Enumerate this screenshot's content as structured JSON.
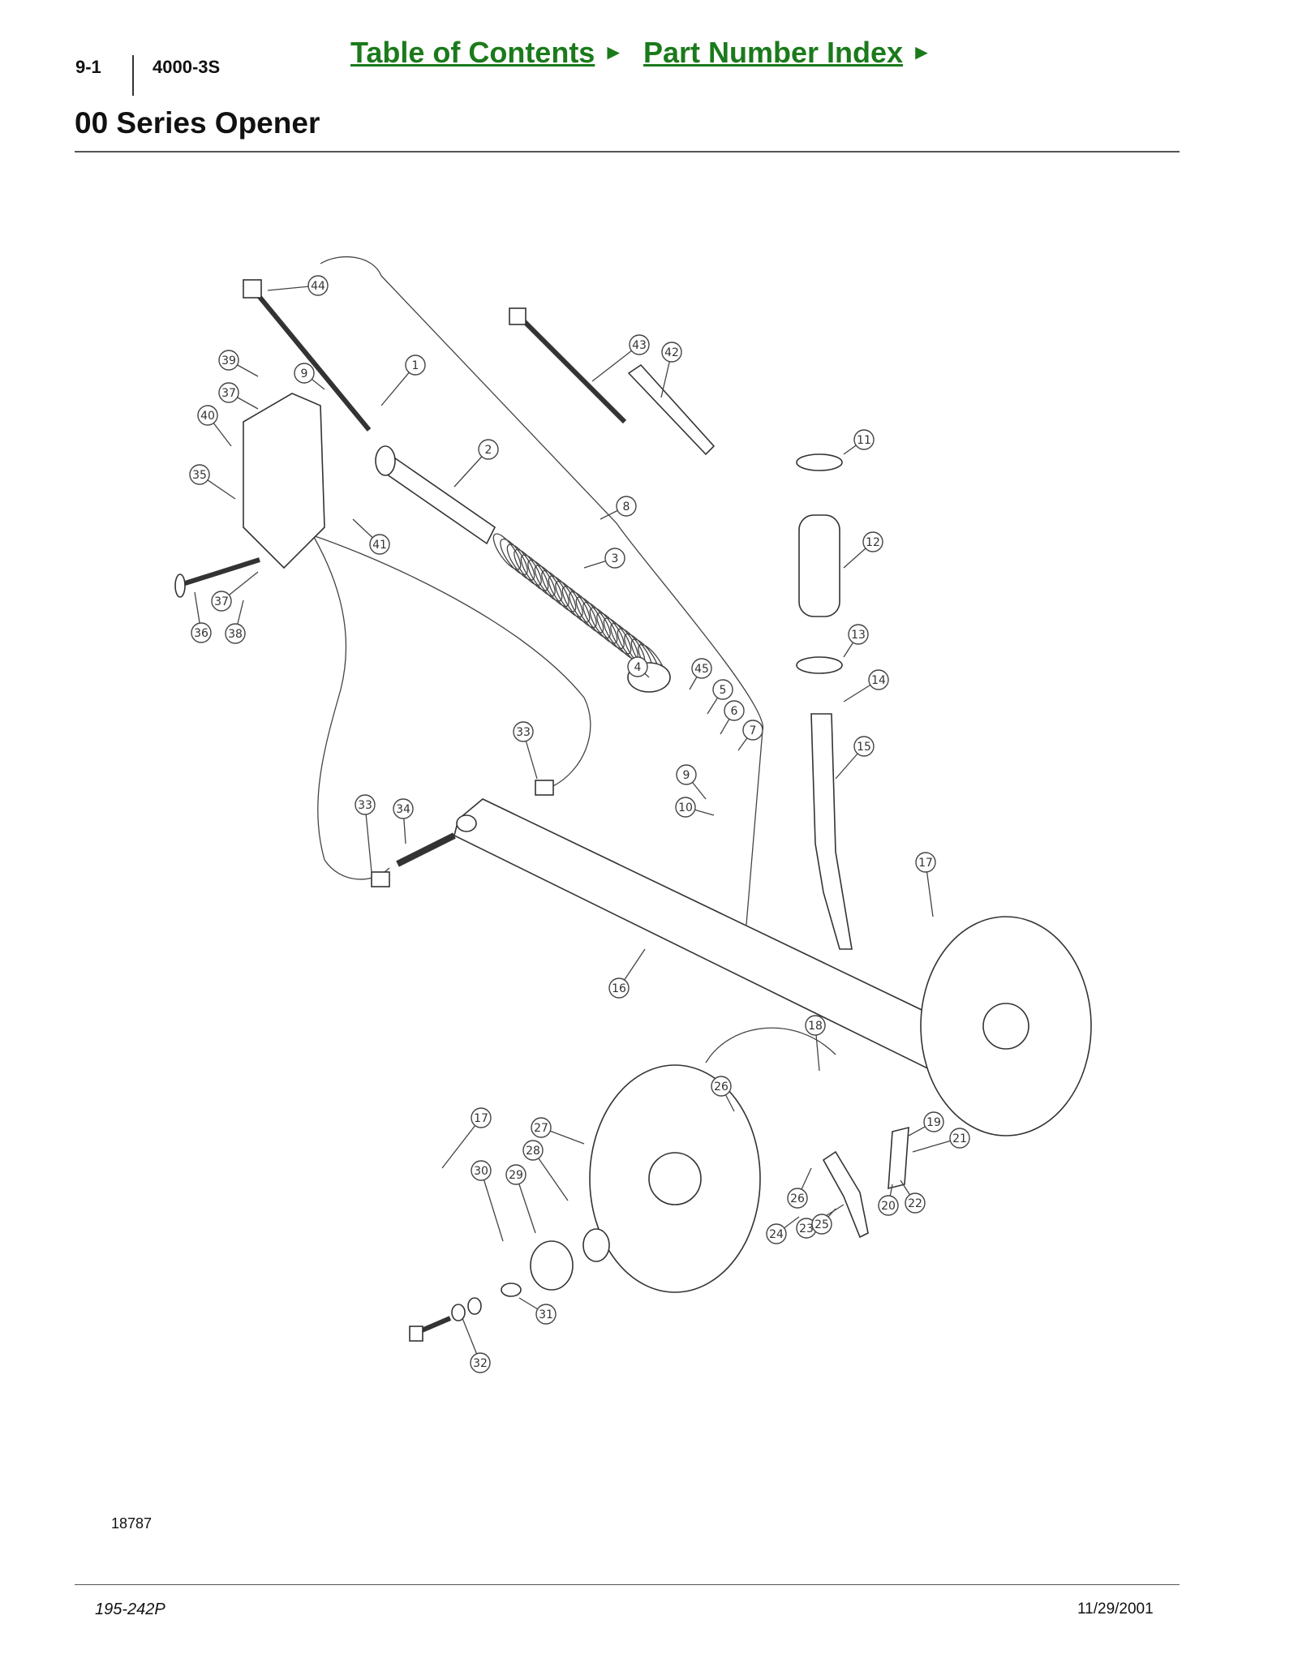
{
  "header": {
    "section": "9-1",
    "model": "4000-3S",
    "toc_link": "Table of Contents",
    "index_link": "Part Number Index",
    "link_color": "#1b7a1b"
  },
  "page_title": "00 Series Opener",
  "figure": {
    "figure_id": "18787",
    "callouts": [
      "44",
      "1",
      "9",
      "39",
      "37",
      "40",
      "35",
      "41",
      "36",
      "37",
      "38",
      "2",
      "43",
      "42",
      "8",
      "3",
      "4",
      "45",
      "5",
      "6",
      "7",
      "9",
      "10",
      "33",
      "33",
      "34",
      "11",
      "12",
      "13",
      "14",
      "15",
      "17",
      "16",
      "18",
      "19",
      "21",
      "20",
      "22",
      "17",
      "27",
      "28",
      "29",
      "30",
      "31",
      "26",
      "32",
      "26",
      "23",
      "24",
      "25"
    ]
  },
  "footer": {
    "doc_number": "195-242P",
    "date": "11/29/2001"
  }
}
